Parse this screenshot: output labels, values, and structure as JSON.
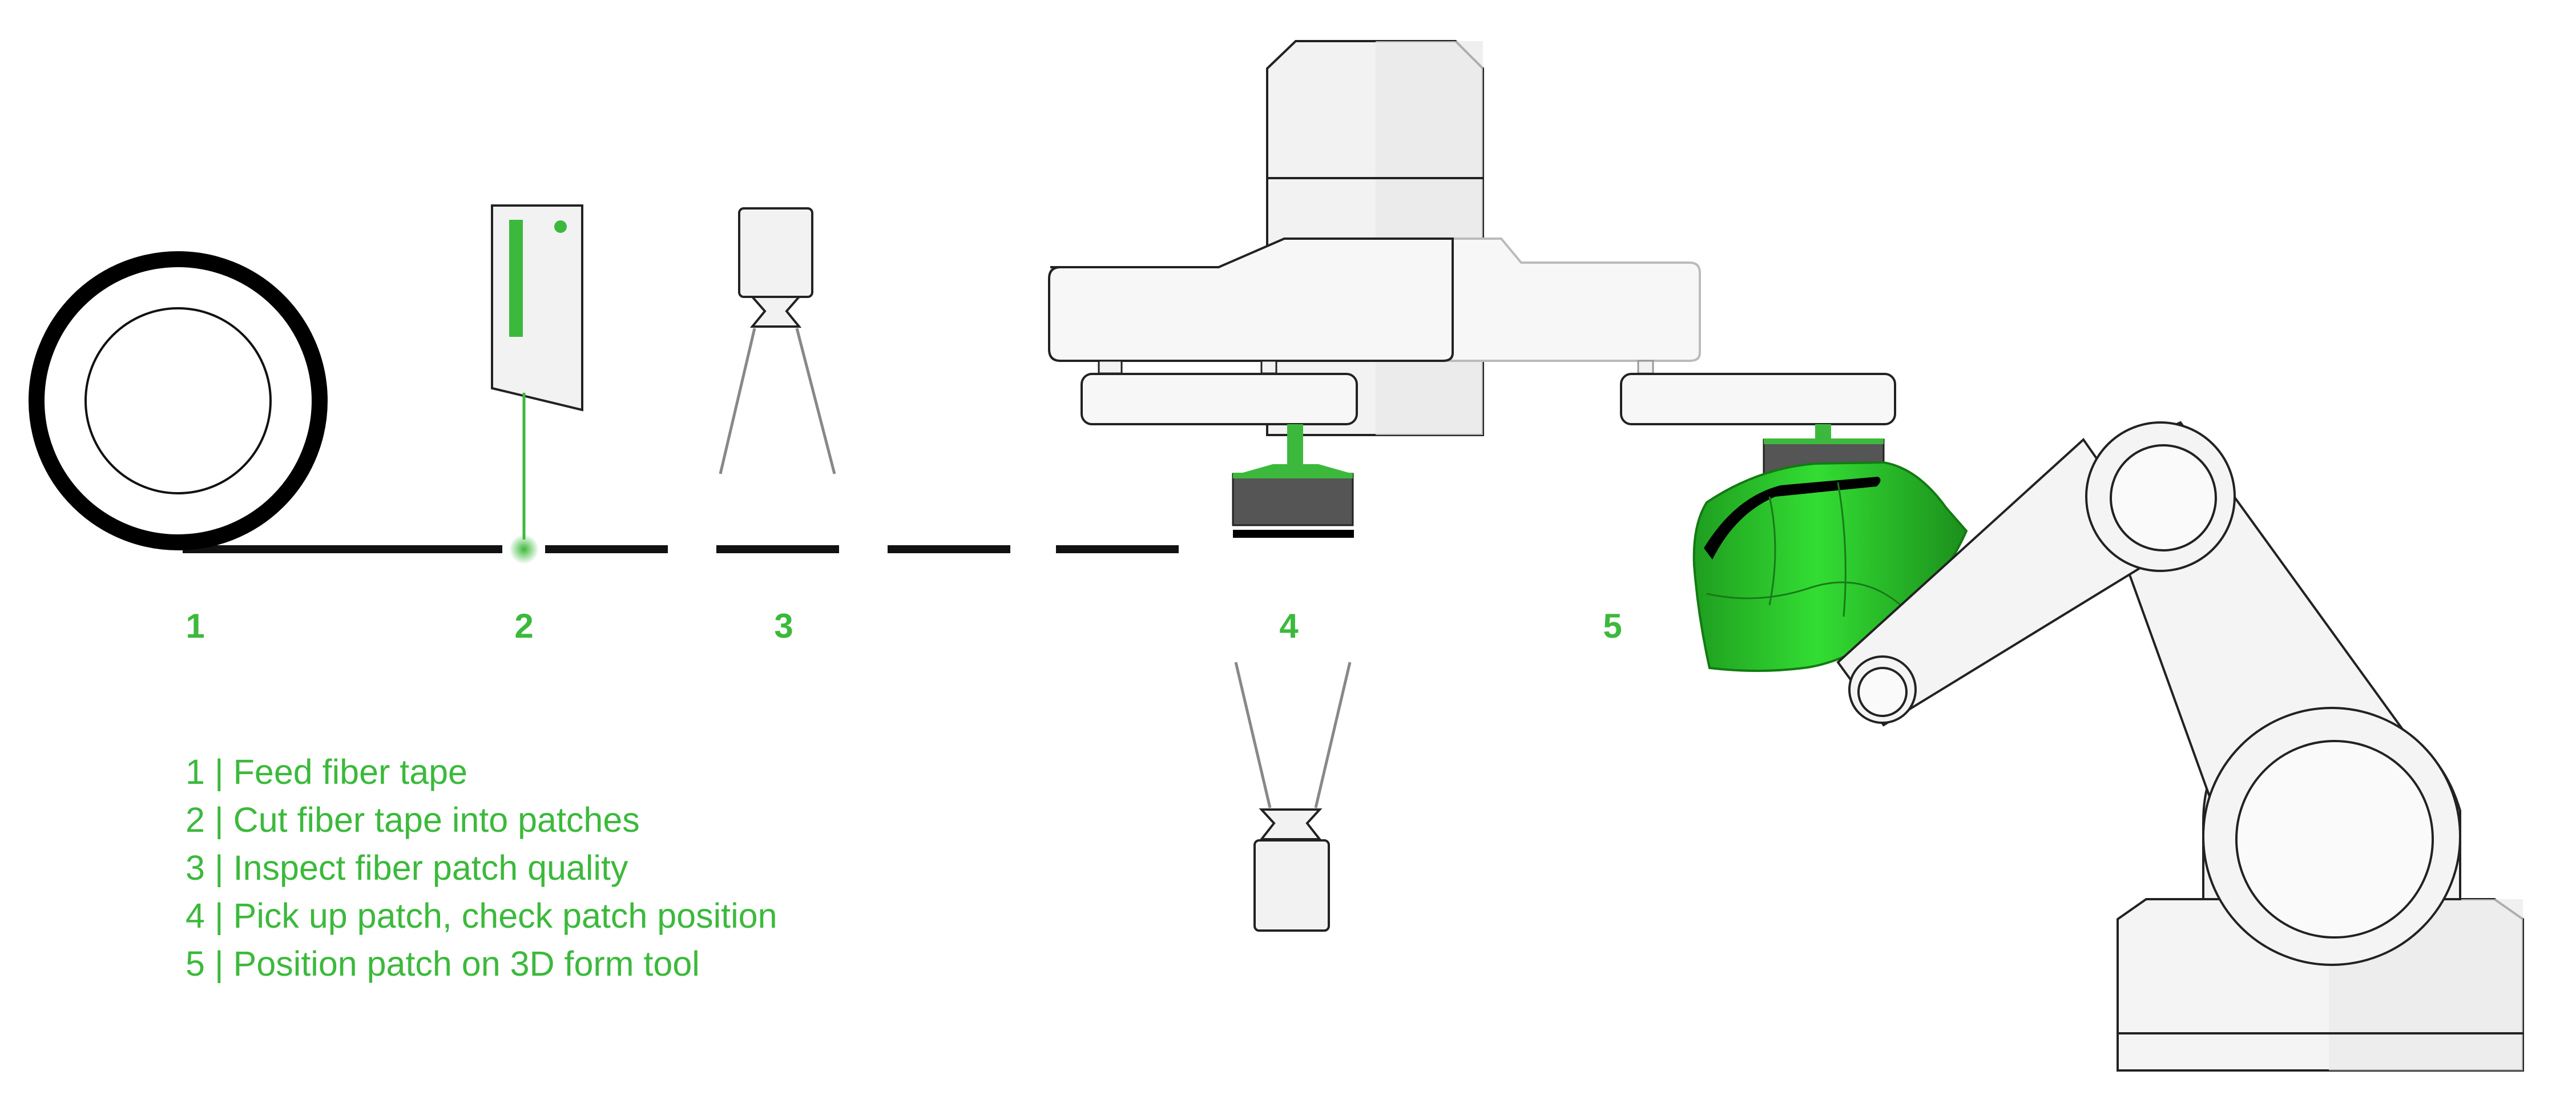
{
  "accent_color": "#3cb93c",
  "steps": [
    {
      "number": "1",
      "description": "1 | Feed fiber tape"
    },
    {
      "number": "2",
      "description": "2 | Cut fiber tape into patches"
    },
    {
      "number": "3",
      "description": "3 | Inspect fiber patch quality"
    },
    {
      "number": "4",
      "description": "4 | Pick up patch, check patch position"
    },
    {
      "number": "5",
      "description": "5 | Position patch on 3D form tool"
    }
  ],
  "icons": [
    "tape-reel-icon",
    "cutter-icon",
    "camera-icon",
    "gantry-robot-icon",
    "gripper-icon",
    "form-tool-icon",
    "robot-arm-icon"
  ]
}
